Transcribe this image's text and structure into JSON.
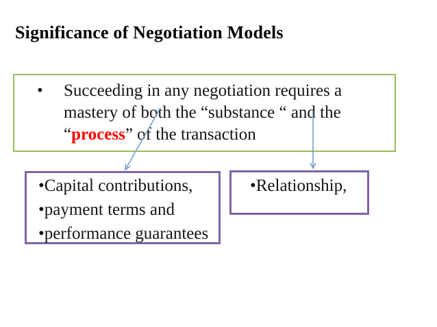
{
  "title": "Significance of Negotiation Models",
  "main_box": {
    "bullet": "•",
    "line1": "Succeeding in any negotiation requires a",
    "line2": "mastery of both the “substance “ and the",
    "line3_pre": "“",
    "line3_red": "process",
    "line3_post": "” of the transaction"
  },
  "left_box": {
    "items": [
      "•Capital contributions,",
      "•payment terms and",
      "•performance guarantees"
    ]
  },
  "right_box": {
    "items": [
      "•Relationship,"
    ]
  },
  "colors": {
    "background": "#ffffff",
    "title_text": "#050505",
    "body_text": "#141414",
    "highlight_red": "#ff0000",
    "green_border": "#9abb59",
    "purple_border": "#8064a2",
    "arrow_blue": "#7a9cce"
  }
}
